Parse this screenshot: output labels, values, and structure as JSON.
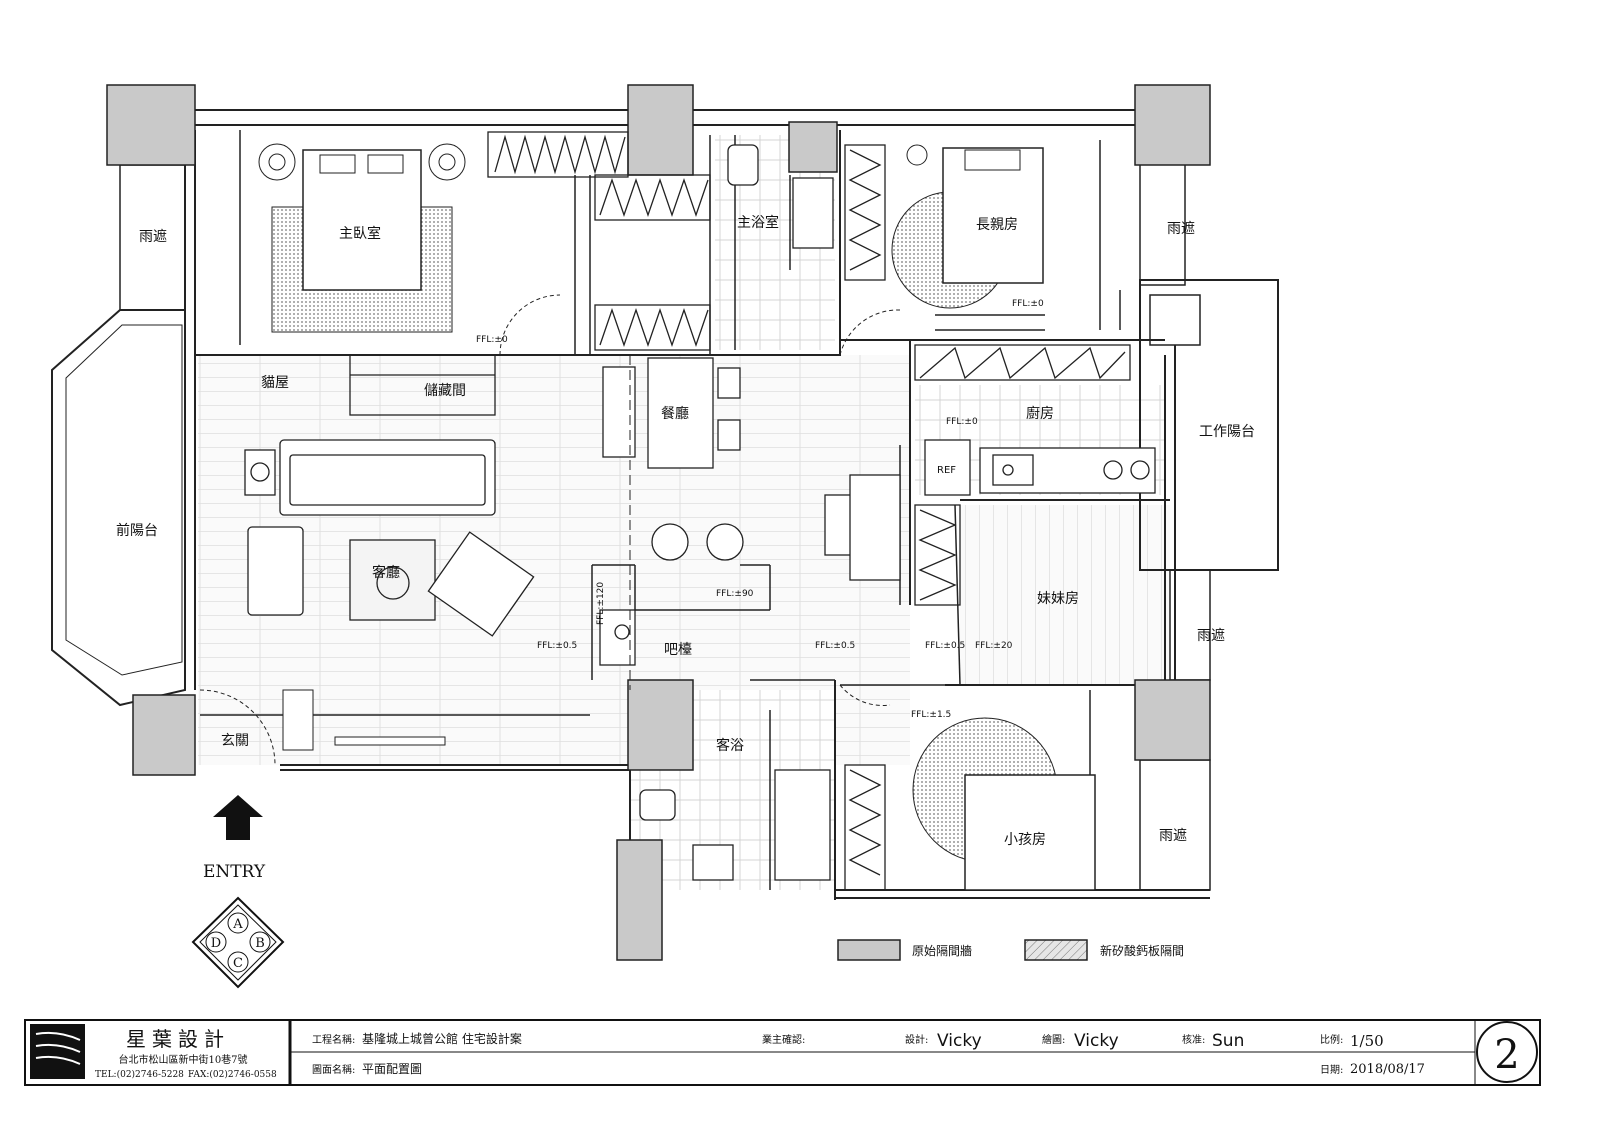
{
  "rooms": {
    "master_bedroom": "主臥室",
    "master_bath": "主浴室",
    "elder_room": "長親房",
    "cat_house": "貓屋",
    "storage": "儲藏間",
    "dining": "餐廳",
    "kitchen": "廚房",
    "work_balcony": "工作陽台",
    "front_balcony": "前陽台",
    "living": "客廳",
    "sister_room": "妹妹房",
    "bar": "吧檯",
    "entrance": "玄關",
    "guest_bath": "客浴",
    "child_room": "小孩房",
    "rain_shelter_1": "雨遮",
    "rain_shelter_2": "雨遮",
    "rain_shelter_3": "雨遮",
    "rain_shelter_4": "雨遮"
  },
  "levels": {
    "ffl_master": "FFL:±0",
    "ffl_elder": "FFL:±0",
    "ffl_kitchen": "FFL:±0",
    "ffl_bar_top": "FFL:±90",
    "ffl_bar_side": "FFL:±120",
    "ffl_living": "FFL:±0.5",
    "ffl_hall": "FFL:±0.5",
    "ffl_sister_door": "FFL:±0.5",
    "ffl_sister": "FFL:±20",
    "ffl_child": "FFL:±1.5"
  },
  "fixtures": {
    "ref": "REF"
  },
  "entry": {
    "label": "ENTRY"
  },
  "compass": {
    "a": "A",
    "b": "B",
    "c": "C",
    "d": "D"
  },
  "legend": {
    "original_wall": "原始隔間牆",
    "new_partition": "新矽酸鈣板隔間"
  },
  "title_block": {
    "company": "星葉設計",
    "address": "台北市松山區新中街10巷7號",
    "tel": "TEL:(02)2746-5228",
    "fax": "FAX:(02)2746-0558",
    "project_label": "工程名稱:",
    "project": "基隆城上城曾公館 住宅設計案",
    "drawing_label": "圖面名稱:",
    "drawing": "平面配置圖",
    "owner_label": "業主確認:",
    "designer_label": "設計:",
    "designer": "Vicky",
    "drafter_label": "繪圖:",
    "drafter": "Vicky",
    "checker_label": "核准:",
    "checker": "Sun",
    "scale_label": "比例:",
    "scale": "1/50",
    "date_label": "日期:",
    "date": "2018/08/17",
    "sheet_no": "2"
  }
}
